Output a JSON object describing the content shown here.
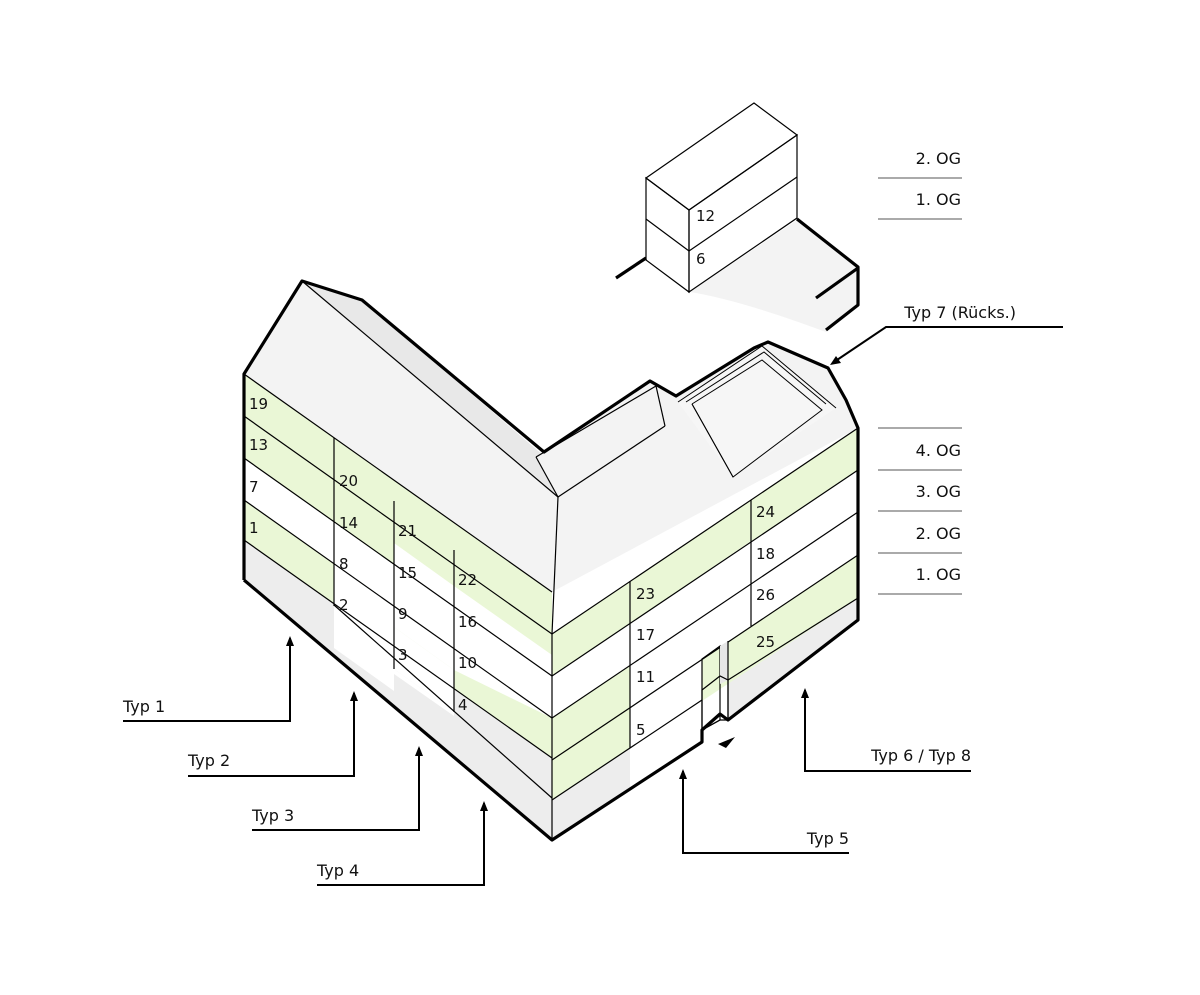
{
  "colors": {
    "facade_green": "#eaf7d6",
    "roof_gray": "#f3f3f3",
    "base_gray": "#ededed",
    "line": "#000000"
  },
  "floor_labels_annex": [
    "2. OG",
    "1. OG"
  ],
  "floor_labels_main": [
    "4. OG",
    "3. OG",
    "2. OG",
    "1. OG"
  ],
  "type_labels": {
    "typ1": "Typ 1",
    "typ2": "Typ 2",
    "typ3": "Typ 3",
    "typ4": "Typ 4",
    "typ5": "Typ 5",
    "typ68": "Typ 6 / Typ 8",
    "typ7": "Typ 7 (Rücks.)"
  },
  "units": {
    "u1": "1",
    "u2": "2",
    "u3": "3",
    "u4": "4",
    "u5": "5",
    "u6": "6",
    "u7": "7",
    "u8": "8",
    "u9": "9",
    "u10": "10",
    "u11": "11",
    "u12": "12",
    "u13": "13",
    "u14": "14",
    "u15": "15",
    "u16": "16",
    "u17": "17",
    "u18": "18",
    "u19": "19",
    "u20": "20",
    "u21": "21",
    "u22": "22",
    "u23": "23",
    "u24": "24",
    "u25": "25",
    "u26": "26"
  }
}
